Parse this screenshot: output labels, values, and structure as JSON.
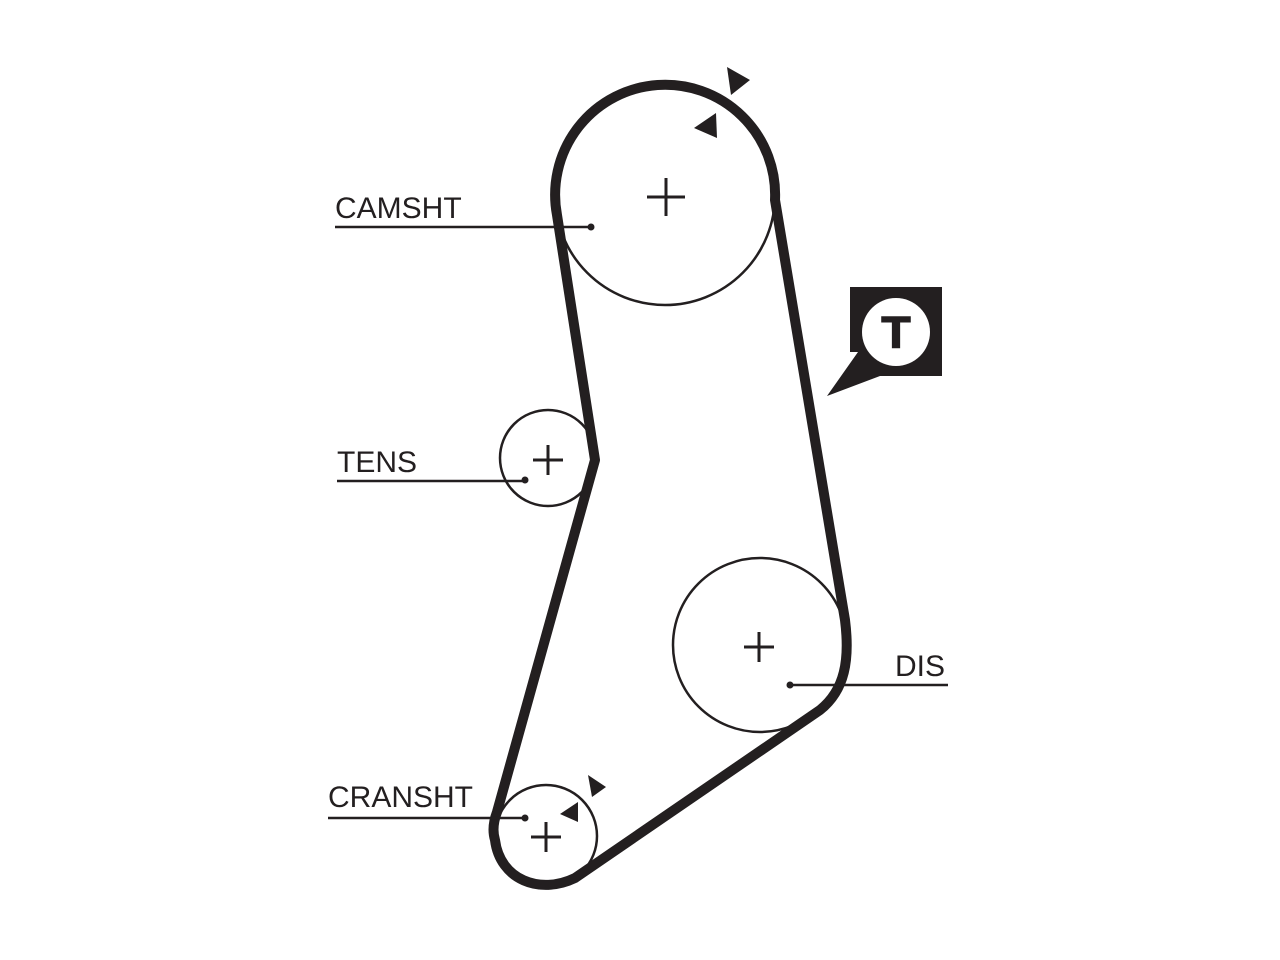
{
  "labels": {
    "camshaft": "CAMSHT",
    "tensioner": "TENS",
    "distributor": "DIS",
    "crankshaft": "CRANSHT"
  },
  "badge": {
    "letter": "T"
  },
  "colors": {
    "ink": "#231f20",
    "background": "#ffffff"
  }
}
